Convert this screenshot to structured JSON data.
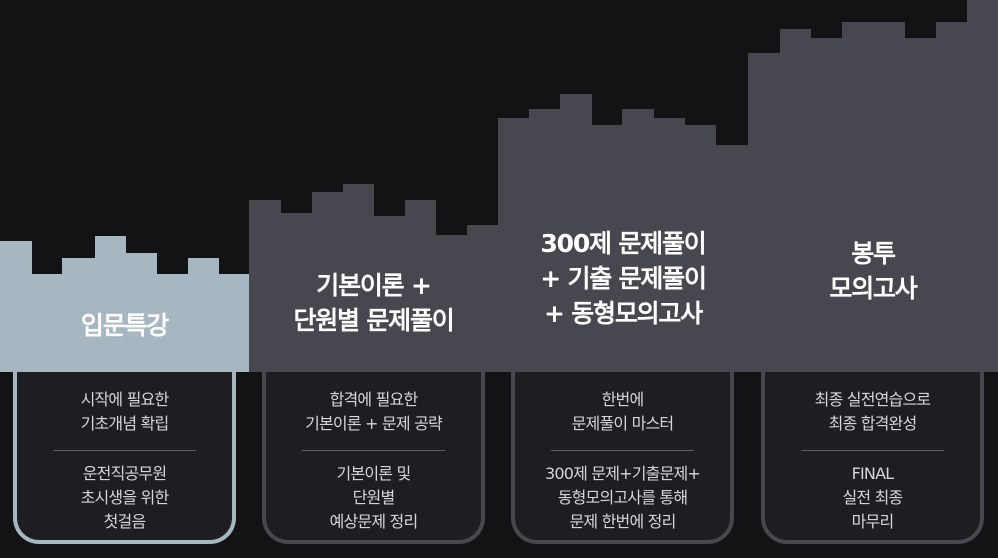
{
  "colors": {
    "background": "#131316",
    "stage1_fill": "#a6b7c1",
    "stage_fill": "#47474f",
    "card_fill": "#1d1d22"
  },
  "stages": [
    {
      "title_lines": [
        "입문특강"
      ],
      "desc_lines": [
        "시작에 필요한",
        "기초개념 확립"
      ],
      "detail_lines": [
        "운전직공무원",
        "초시생을 위한",
        "첫걸음"
      ]
    },
    {
      "title_lines": [
        "기본이론 +",
        "단원별 문제풀이"
      ],
      "desc_lines": [
        "합격에 필요한",
        "기본이론 + 문제 공략"
      ],
      "detail_lines": [
        "기본이론 및",
        "단원별",
        "예상문제 정리"
      ]
    },
    {
      "title_lines": [
        "300제 문제풀이",
        "+ 기출 문제풀이",
        "+ 동형모의고사"
      ],
      "desc_lines": [
        "한번에",
        "문제풀이 마스터"
      ],
      "detail_lines": [
        "300제 문제+기출문제+",
        "동형모의고사를 통해",
        "문제 한번에 정리"
      ]
    },
    {
      "title_lines": [
        "봉투",
        "모의고사"
      ],
      "desc_lines": [
        "최종 실전연습으로",
        "최종 합격완성"
      ],
      "detail_lines": [
        "FINAL",
        "실전 최종",
        "마무리"
      ]
    }
  ]
}
